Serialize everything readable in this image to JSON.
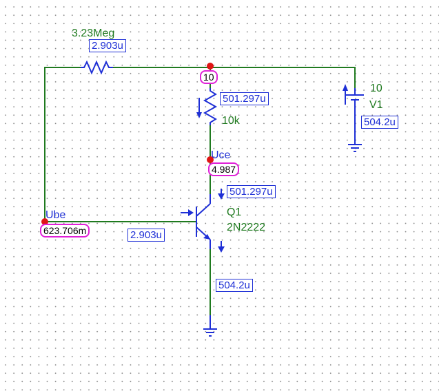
{
  "resistor_rb": {
    "value": "3.23Meg",
    "current": "2.903u"
  },
  "node_collector_supply": {
    "voltage": "10"
  },
  "resistor_rc": {
    "current": "501.297u",
    "value": "10k"
  },
  "source_v1": {
    "value": "10",
    "name": "V1",
    "current": "504.2u"
  },
  "node_uce": {
    "label": "Uce",
    "voltage": "4.987"
  },
  "transistor_q1": {
    "name": "Q1",
    "model": "2N2222",
    "collector_current": "501.297u",
    "base_current": "2.903u",
    "emitter_current": "504.2u"
  },
  "node_ube": {
    "label": "Ube",
    "voltage": "623.706m"
  },
  "colors": {
    "wire": "#1f7a1f",
    "component": "#1e2fd6",
    "node": "#e01515",
    "voltage_marker": "#e020d8"
  }
}
